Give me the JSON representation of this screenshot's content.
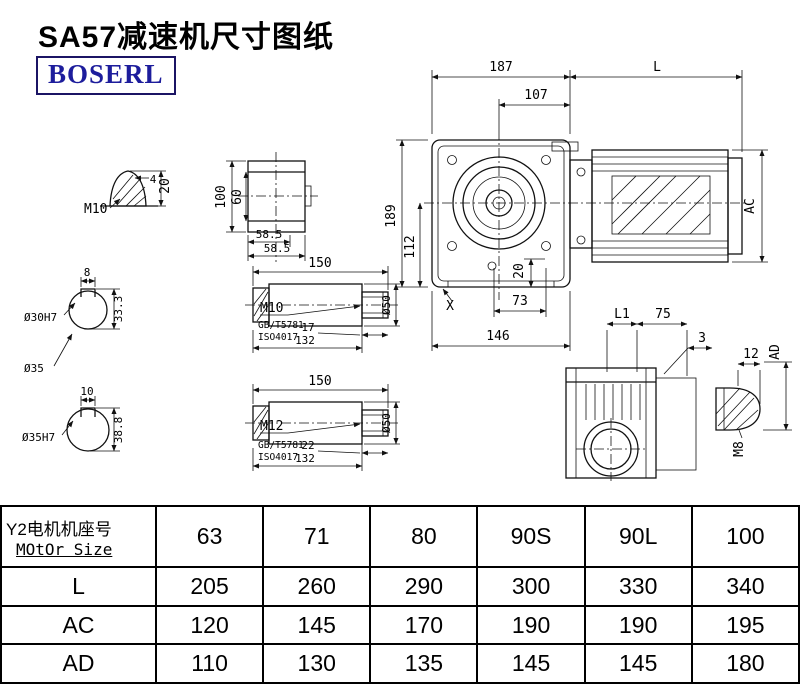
{
  "title": "SA57减速机尺寸图纸",
  "brand": "BOSERL",
  "labels": {
    "dim_187": "187",
    "dim_L": "L",
    "dim_107": "107",
    "dim_189": "189",
    "dim_112": "112",
    "dim_20_bottom": "20",
    "dim_73": "73",
    "dim_146": "146",
    "label_X": "X",
    "dim_AC": "AC",
    "dim_L1": "L1",
    "dim_75": "75",
    "dim_3": "3",
    "dim_12": "12",
    "dim_M8": "M8",
    "dim_AD": "AD",
    "plug_20": "20",
    "plug_4": "4",
    "plug_M10": "M10",
    "flange_100": "100",
    "flange_60": "60",
    "flange_585_a": "58.5",
    "flange_585_b": "58.5",
    "bore1_8": "8",
    "bore1_d30h7": "Ø30H7",
    "bore1_333": "33.3",
    "bore1_d35": "Ø35",
    "shaft1_150": "150",
    "shaft1_M10": "M10",
    "shaft1_std1": "GB/T5781",
    "shaft1_std2": "ISO4017",
    "shaft1_17": "17",
    "shaft1_132": "132",
    "shaft1_d50": "Ø50",
    "bore2_10": "10",
    "bore2_d35h7": "Ø35H7",
    "bore2_388": "38.8",
    "shaft2_150": "150",
    "shaft2_M12": "M12",
    "shaft2_std1": "GB/T5781",
    "shaft2_std2": "ISO4017",
    "shaft2_22": "22",
    "shaft2_132": "132",
    "shaft2_d50": "Ø50"
  },
  "table": {
    "header": {
      "label_cn": "Y2电机机座号",
      "label_en": "MOtOr Size",
      "values": [
        "63",
        "71",
        "80",
        "90S",
        "90L",
        "100"
      ]
    },
    "rows": [
      {
        "label": "L",
        "values": [
          "205",
          "260",
          "290",
          "300",
          "330",
          "340"
        ]
      },
      {
        "label": "AC",
        "values": [
          "120",
          "145",
          "170",
          "190",
          "190",
          "195"
        ]
      },
      {
        "label": "AD",
        "values": [
          "110",
          "130",
          "135",
          "145",
          "145",
          "180"
        ]
      }
    ]
  }
}
